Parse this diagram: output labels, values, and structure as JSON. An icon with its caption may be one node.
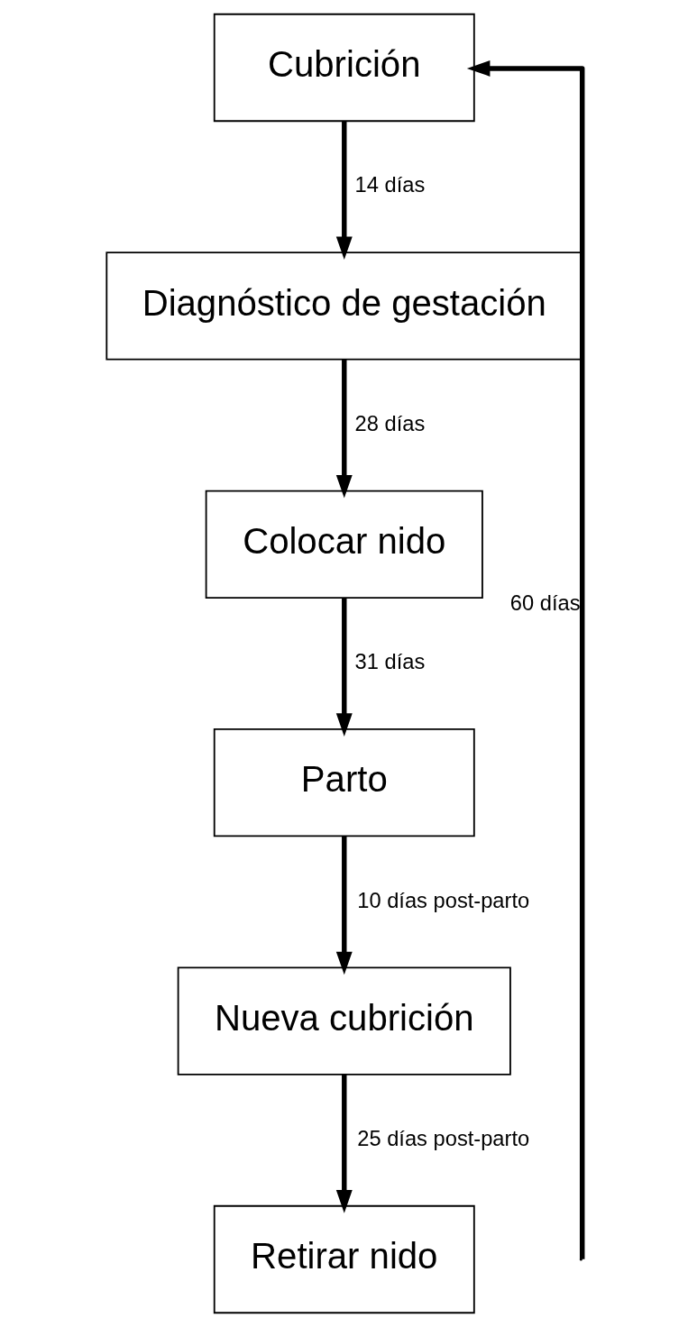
{
  "diagram": {
    "nodes": [
      {
        "text": [
          "Cubrición"
        ]
      },
      {
        "text": [
          "Diagnóstico de gestación"
        ]
      },
      {
        "text": [
          "Colocar nido"
        ]
      },
      {
        "text": [
          "Parto"
        ]
      },
      {
        "text": [
          "Nueva cubrición"
        ]
      },
      {
        "text": [
          "Retirar nido"
        ]
      }
    ],
    "edges": [
      {
        "from": 0,
        "to": 1,
        "arrow": "to",
        "label": "14 días"
      },
      {
        "from": 1,
        "to": 2,
        "arrow": "to",
        "label": "28 días"
      },
      {
        "from": 2,
        "to": 3,
        "arrow": "to",
        "label": "31 días"
      },
      {
        "from": 3,
        "to": 4,
        "arrow": "to",
        "label": "10 días post-parto"
      },
      {
        "from": 4,
        "to": 5,
        "arrow": "to",
        "label": "25 días post-parto"
      },
      {
        "from": null,
        "to": 0,
        "arrow": "to",
        "label": "60 días"
      }
    ]
  }
}
